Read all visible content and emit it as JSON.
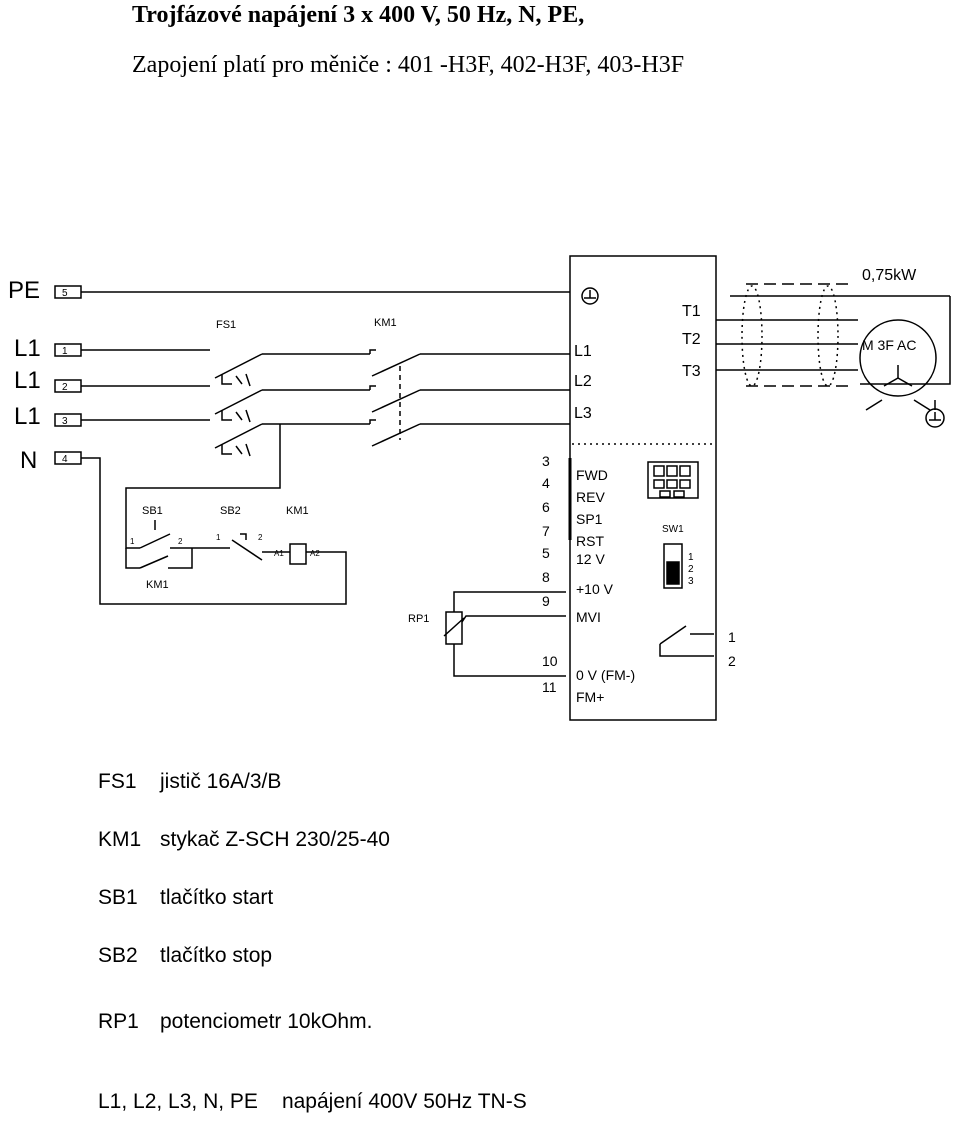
{
  "header": {
    "title": "Trojfázové napájení 3 x 400 V,  50 Hz, N, PE,",
    "subtitle": "Zapojení platí pro měniče : 401 -H3F, 402-H3F, 403-H3F"
  },
  "terminals": [
    {
      "label": "PE",
      "num": "5"
    },
    {
      "label": "L1",
      "num": "1"
    },
    {
      "label": "L1",
      "num": "2"
    },
    {
      "label": "L1",
      "num": "3"
    },
    {
      "label": "N",
      "num": "4"
    }
  ],
  "components": {
    "fs1": "FS1",
    "km1": "KM1",
    "sb1": "SB1",
    "sb2": "SB2",
    "km1_coil": "KM1",
    "km1_aux": "KM1",
    "rp1": "RP1",
    "sw1": "SW1",
    "sb1_pin1": "1",
    "sb1_pin2": "2",
    "sb2_pin1": "1",
    "sb2_pin2": "2",
    "coil_a1": "A1",
    "coil_a2": "A2"
  },
  "inverter": {
    "inputs": [
      "L1",
      "L2",
      "L3"
    ],
    "outputs": [
      "T1",
      "T2",
      "T3"
    ],
    "control_terminals": [
      {
        "num": "3",
        "label": "FWD"
      },
      {
        "num": "4",
        "label": "REV"
      },
      {
        "num": "6",
        "label": "SP1"
      },
      {
        "num": "7",
        "label": "RST"
      },
      {
        "num": "5",
        "label": "12 V"
      },
      {
        "num": "8",
        "label": "+10 V"
      },
      {
        "num": "9",
        "label": "MVI"
      },
      {
        "num": "10",
        "label": "0 V (FM-)"
      },
      {
        "num": "11",
        "label": "FM+"
      }
    ],
    "sw1_positions": [
      "1",
      "2",
      "3"
    ],
    "relay_pins": [
      "1",
      "2"
    ]
  },
  "motor": {
    "power": "0,75kW",
    "label": "M 3F AC"
  },
  "legend": [
    {
      "code": "FS1",
      "desc": "jistič 16A/3/B"
    },
    {
      "code": "KM1",
      "desc": "stykač Z-SCH 230/25-40"
    },
    {
      "code": "SB1",
      "desc": "tlačítko start"
    },
    {
      "code": "SB2",
      "desc": "tlačítko stop"
    },
    {
      "code": "RP1",
      "desc": "potenciometr 10kOhm."
    }
  ],
  "footer": {
    "codes": "L1, L2, L3, N, PE",
    "desc": "napájení 400V 50Hz TN-S"
  }
}
